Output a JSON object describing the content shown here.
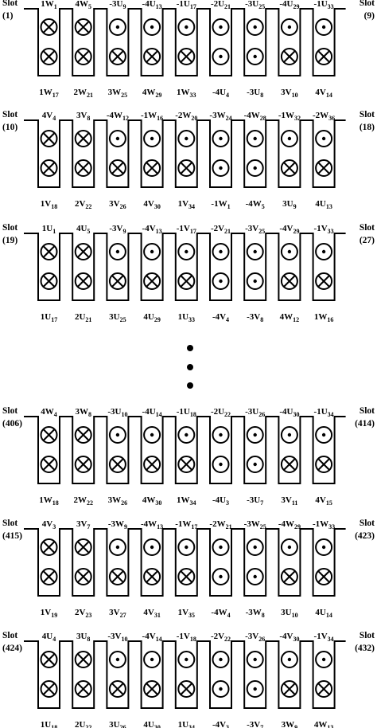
{
  "slot_word": "Slot",
  "rows": [
    {
      "slot_left": "(1)",
      "slot_right": "(9)",
      "top": [
        [
          "1W",
          "1"
        ],
        [
          "4W",
          "5"
        ],
        [
          "-3U",
          "9"
        ],
        [
          "-4U",
          "13"
        ],
        [
          "-1U",
          "17"
        ],
        [
          "-2U",
          "21"
        ],
        [
          "-3U",
          "25"
        ],
        [
          "-4U",
          "29"
        ],
        [
          "-1U",
          "33"
        ]
      ],
      "bottom": [
        [
          "1W",
          "17"
        ],
        [
          "2W",
          "21"
        ],
        [
          "3W",
          "25"
        ],
        [
          "4W",
          "29"
        ],
        [
          "1W",
          "33"
        ],
        [
          "-4U",
          "4"
        ],
        [
          "-3U",
          "8"
        ],
        [
          "3V",
          "10"
        ],
        [
          "4V",
          "14"
        ]
      ],
      "upper": [
        "x",
        "x",
        "dot",
        "dot",
        "dot",
        "dot",
        "dot",
        "dot",
        "dot"
      ],
      "lower": [
        "x",
        "x",
        "x",
        "x",
        "x",
        "dot",
        "dot",
        "x",
        "x"
      ]
    },
    {
      "slot_left": "(10)",
      "slot_right": "(18)",
      "top": [
        [
          "4V",
          "4"
        ],
        [
          "3V",
          "8"
        ],
        [
          "-4W",
          "12"
        ],
        [
          "-1W",
          "16"
        ],
        [
          "-2W",
          "20"
        ],
        [
          "-3W",
          "24"
        ],
        [
          "-4W",
          "28"
        ],
        [
          "-1W",
          "32"
        ],
        [
          "-2W",
          "36"
        ]
      ],
      "bottom": [
        [
          "1V",
          "18"
        ],
        [
          "2V",
          "22"
        ],
        [
          "3V",
          "26"
        ],
        [
          "4V",
          "30"
        ],
        [
          "1V",
          "34"
        ],
        [
          "-1W",
          "1"
        ],
        [
          "-4W",
          "5"
        ],
        [
          "3U",
          "9"
        ],
        [
          "4U",
          "13"
        ]
      ],
      "upper": [
        "x",
        "x",
        "dot",
        "dot",
        "dot",
        "dot",
        "dot",
        "dot",
        "dot"
      ],
      "lower": [
        "x",
        "x",
        "x",
        "x",
        "x",
        "dot",
        "dot",
        "x",
        "x"
      ]
    },
    {
      "slot_left": "(19)",
      "slot_right": "(27)",
      "top": [
        [
          "1U",
          "1"
        ],
        [
          "4U",
          "5"
        ],
        [
          "-3V",
          "9"
        ],
        [
          "-4V",
          "13"
        ],
        [
          "-1V",
          "17"
        ],
        [
          "-2V",
          "21"
        ],
        [
          "-3V",
          "25"
        ],
        [
          "-4V",
          "29"
        ],
        [
          "-1V",
          "33"
        ]
      ],
      "bottom": [
        [
          "1U",
          "17"
        ],
        [
          "2U",
          "21"
        ],
        [
          "3U",
          "25"
        ],
        [
          "4U",
          "29"
        ],
        [
          "1U",
          "33"
        ],
        [
          "-4V",
          "4"
        ],
        [
          "-3V",
          "8"
        ],
        [
          "4W",
          "12"
        ],
        [
          "1W",
          "16"
        ]
      ],
      "upper": [
        "x",
        "x",
        "dot",
        "dot",
        "dot",
        "dot",
        "dot",
        "dot",
        "dot"
      ],
      "lower": [
        "x",
        "x",
        "x",
        "x",
        "x",
        "dot",
        "dot",
        "x",
        "x"
      ]
    },
    {
      "slot_left": "(406)",
      "slot_right": "(414)",
      "top": [
        [
          "4W",
          "4"
        ],
        [
          "3W",
          "8"
        ],
        [
          "-3U",
          "10"
        ],
        [
          "-4U",
          "14"
        ],
        [
          "-1U",
          "18"
        ],
        [
          "-2U",
          "22"
        ],
        [
          "-3U",
          "26"
        ],
        [
          "-4U",
          "30"
        ],
        [
          "-1U",
          "34"
        ]
      ],
      "bottom": [
        [
          "1W",
          "18"
        ],
        [
          "2W",
          "22"
        ],
        [
          "3W",
          "26"
        ],
        [
          "4W",
          "30"
        ],
        [
          "1W",
          "34"
        ],
        [
          "-4U",
          "3"
        ],
        [
          "-3U",
          "7"
        ],
        [
          "3V",
          "11"
        ],
        [
          "4V",
          "15"
        ]
      ],
      "upper": [
        "x",
        "x",
        "dot",
        "dot",
        "dot",
        "dot",
        "dot",
        "dot",
        "dot"
      ],
      "lower": [
        "x",
        "x",
        "x",
        "x",
        "x",
        "dot",
        "dot",
        "x",
        "x"
      ]
    },
    {
      "slot_left": "(415)",
      "slot_right": "(423)",
      "top": [
        [
          "4V",
          "3"
        ],
        [
          "3V",
          "7"
        ],
        [
          "-3W",
          "9"
        ],
        [
          "-4W",
          "13"
        ],
        [
          "-1W",
          "17"
        ],
        [
          "-2W",
          "21"
        ],
        [
          "-3W",
          "25"
        ],
        [
          "-4W",
          "29"
        ],
        [
          "-1W",
          "33"
        ]
      ],
      "bottom": [
        [
          "1V",
          "19"
        ],
        [
          "2V",
          "23"
        ],
        [
          "3V",
          "27"
        ],
        [
          "4V",
          "31"
        ],
        [
          "1V",
          "35"
        ],
        [
          "-4W",
          "4"
        ],
        [
          "-3W",
          "8"
        ],
        [
          "3U",
          "10"
        ],
        [
          "4U",
          "14"
        ]
      ],
      "upper": [
        "x",
        "x",
        "dot",
        "dot",
        "dot",
        "dot",
        "dot",
        "dot",
        "dot"
      ],
      "lower": [
        "x",
        "x",
        "x",
        "x",
        "x",
        "dot",
        "dot",
        "x",
        "x"
      ]
    },
    {
      "slot_left": "(424)",
      "slot_right": "(432)",
      "top": [
        [
          "4U",
          "4"
        ],
        [
          "3U",
          "8"
        ],
        [
          "-3V",
          "10"
        ],
        [
          "-4V",
          "14"
        ],
        [
          "-1V",
          "18"
        ],
        [
          "-2V",
          "22"
        ],
        [
          "-3V",
          "26"
        ],
        [
          "-4V",
          "30"
        ],
        [
          "-1V",
          "34"
        ]
      ],
      "bottom": [
        [
          "1U",
          "18"
        ],
        [
          "2U",
          "22"
        ],
        [
          "3U",
          "26"
        ],
        [
          "4U",
          "30"
        ],
        [
          "1U",
          "34"
        ],
        [
          "-4V",
          "3"
        ],
        [
          "-3V",
          "7"
        ],
        [
          "3W",
          "9"
        ],
        [
          "4W",
          "13"
        ]
      ],
      "upper": [
        "x",
        "x",
        "dot",
        "dot",
        "dot",
        "dot",
        "dot",
        "dot",
        "dot"
      ],
      "lower": [
        "x",
        "x",
        "x",
        "x",
        "x",
        "dot",
        "dot",
        "x",
        "x"
      ]
    }
  ]
}
